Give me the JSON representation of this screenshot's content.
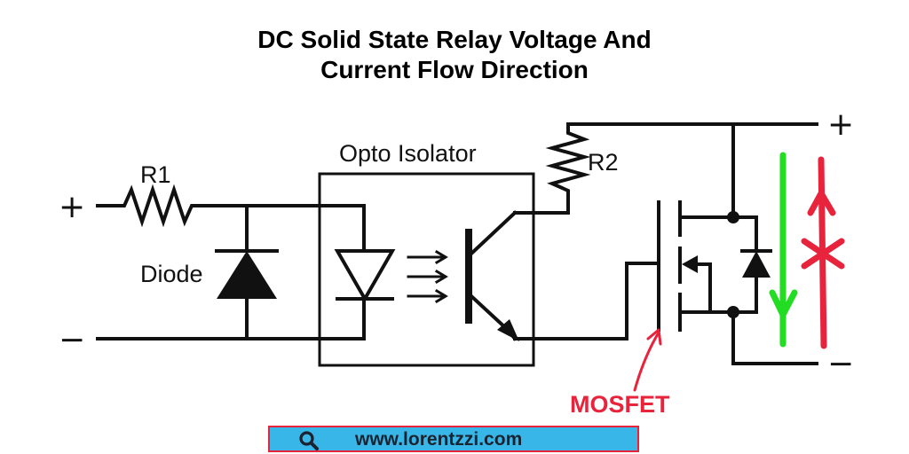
{
  "title": {
    "line1": "DC Solid State Relay Voltage And",
    "line2": "Current Flow Direction"
  },
  "labels": {
    "r1": "R1",
    "r2": "R2",
    "diode": "Diode",
    "opto": "Opto Isolator",
    "mosfet": "MOSFET",
    "input_plus": "+",
    "input_minus": "−",
    "output_plus": "+",
    "output_minus": "−"
  },
  "footer": {
    "url": "www.lorentzzi.com",
    "icon": "search-icon"
  },
  "colors": {
    "wire": "#111111",
    "mosfet_label": "#e8233c",
    "current_arrow": "#22dd22",
    "voltage_arrow": "#e8233c",
    "footer_bg": "#38b6e8",
    "footer_border": "#e8233c"
  }
}
